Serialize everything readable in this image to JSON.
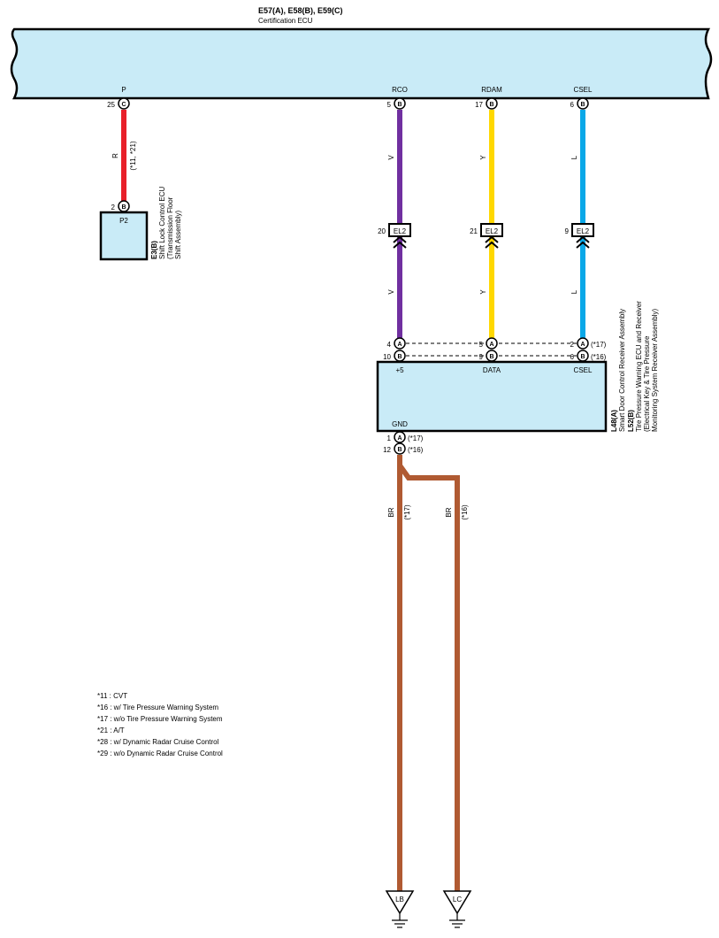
{
  "header": {
    "connectors": "E57(A), E58(B), E59(C)",
    "component": "Certification ECU"
  },
  "ecu_pins": [
    {
      "name": "P",
      "num": "25",
      "conn": "C"
    },
    {
      "name": "RCO",
      "num": "5",
      "conn": "B"
    },
    {
      "name": "RDAM",
      "num": "17",
      "conn": "B"
    },
    {
      "name": "CSEL",
      "num": "6",
      "conn": "B"
    }
  ],
  "wires": {
    "p": {
      "color_code": "R",
      "note": "(*11, *21)",
      "hex": "#e8202a"
    },
    "rco": {
      "color_code": "V",
      "hex": "#7030a0"
    },
    "rdam": {
      "color_code": "Y",
      "hex": "#ffd800"
    },
    "csel": {
      "color_code": "L",
      "hex": "#0aa8e8"
    },
    "gnd": {
      "color_code": "BR",
      "hex": "#b05a32"
    }
  },
  "shift_lock": {
    "pin": {
      "num": "2",
      "conn": "B"
    },
    "box_label": "P2",
    "id": "E3(B)",
    "name_line1": "Shift Lock Control ECU",
    "name_line2": "(Transmission Floor",
    "name_line3": "Shift Assembly)"
  },
  "junctions": [
    {
      "num": "20",
      "label": "EL2"
    },
    {
      "num": "21",
      "label": "EL2"
    },
    {
      "num": "9",
      "label": "EL2"
    }
  ],
  "receiver": {
    "top_pins_a": [
      {
        "num": "4",
        "conn": "A"
      },
      {
        "num": "5",
        "conn": "A"
      },
      {
        "num": "2",
        "conn": "A",
        "note": "(*17)"
      }
    ],
    "top_pins_b": [
      {
        "num": "10",
        "conn": "B"
      },
      {
        "num": "9",
        "conn": "B"
      },
      {
        "num": "6",
        "conn": "B",
        "note": "(*16)"
      }
    ],
    "labels": [
      "+5",
      "DATA",
      "CSEL"
    ],
    "gnd_label": "GND",
    "gnd_pins": [
      {
        "num": "1",
        "conn": "A",
        "note": "(*17)"
      },
      {
        "num": "12",
        "conn": "B",
        "note": "(*16)"
      }
    ],
    "id_a": "L48(A)",
    "name_a": "Smart Door Control Receiver Assembly",
    "id_b": "L52(B)",
    "name_b_line1": "Tire Pressure Warning ECU and Receiver",
    "name_b_line2": "(Electrical Key & Tire Pressure",
    "name_b_line3": "Monitoring System Receiver Assembly)"
  },
  "ground_wires": [
    {
      "code": "BR",
      "note": "(*17)"
    },
    {
      "code": "BR",
      "note": "(*16)"
    }
  ],
  "grounds": [
    "LB",
    "LC"
  ],
  "notes": [
    "*11 : CVT",
    "*16 : w/ Tire Pressure Warning System",
    "*17 : w/o Tire Pressure Warning System",
    "*21 : A/T",
    "*28 : w/ Dynamic Radar Cruise Control",
    "*29 : w/o Dynamic Radar Cruise Control"
  ]
}
